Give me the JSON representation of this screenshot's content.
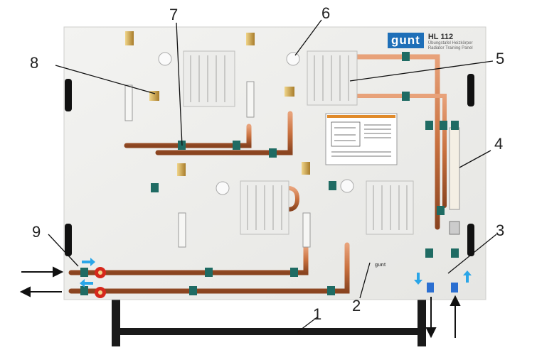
{
  "product": {
    "logo": "gunt",
    "model": "HL 112",
    "subtitle_line1": "Übungstafel Heizkörper",
    "subtitle_line2": "Radiator Training Panel"
  },
  "callouts": {
    "c1": "1",
    "c2": "2",
    "c3": "3",
    "c4": "4",
    "c5": "5",
    "c6": "6",
    "c7": "7",
    "c8": "8",
    "c9": "9"
  },
  "small_logo": "gunt",
  "colors": {
    "panel": "#eeeeec",
    "copper": "#c9713f",
    "clip": "#1f6b63",
    "valve_red": "#d6281c",
    "valve_blue": "#2b6fd1",
    "flow_arrow_blue": "#2aa6e8",
    "frame": "#1a1a1a",
    "brass": "#c9a24a"
  },
  "icons": [
    "radiator-icon",
    "thermostat-valve-icon",
    "vent-icon",
    "flowmeter-icon",
    "ball-valve-icon",
    "flow-arrow-icon",
    "handle-icon"
  ]
}
